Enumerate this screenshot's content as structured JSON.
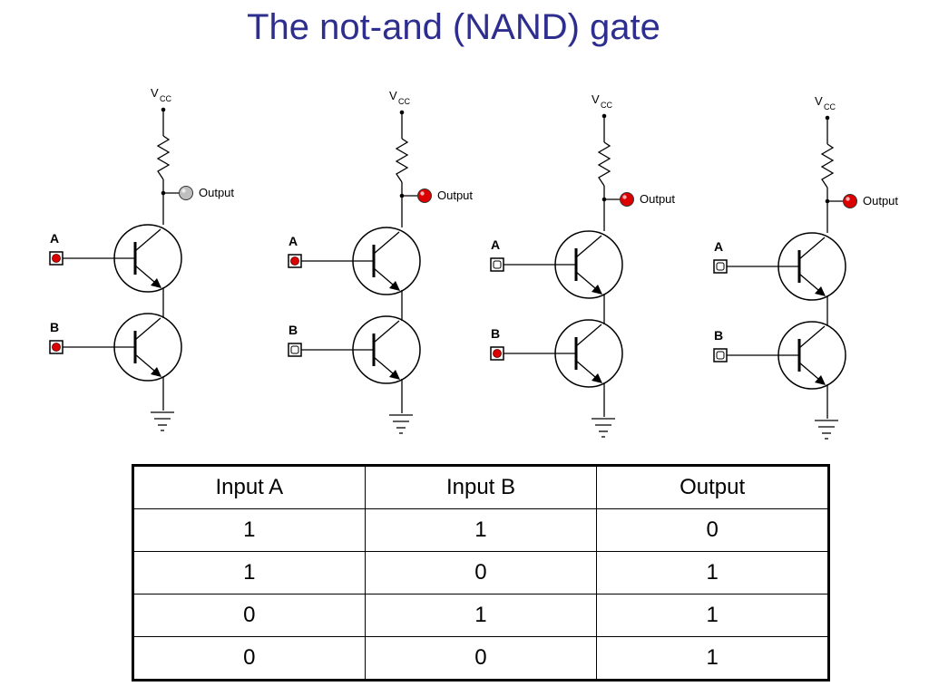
{
  "title": "The not-and (NAND) gate",
  "colors": {
    "title": "#2e2e8f",
    "on_lamp": "#dd0000",
    "off_lamp": "#bfbfbf",
    "wire": "#000000"
  },
  "circuits": [
    {
      "vcc_label": "V",
      "vcc_sub": "CC",
      "output_label": "Output",
      "a_label": "A",
      "b_label": "B",
      "input_a": 1,
      "input_b": 1,
      "output_on": false
    },
    {
      "vcc_label": "V",
      "vcc_sub": "CC",
      "output_label": "Output",
      "a_label": "A",
      "b_label": "B",
      "input_a": 1,
      "input_b": 0,
      "output_on": true
    },
    {
      "vcc_label": "V",
      "vcc_sub": "CC",
      "output_label": "Output",
      "a_label": "A",
      "b_label": "B",
      "input_a": 0,
      "input_b": 1,
      "output_on": true
    },
    {
      "vcc_label": "V",
      "vcc_sub": "CC",
      "output_label": "Output",
      "a_label": "A",
      "b_label": "B",
      "input_a": 0,
      "input_b": 0,
      "output_on": true
    }
  ],
  "table": {
    "headers": [
      "Input A",
      "Input B",
      "Output"
    ],
    "rows": [
      [
        "1",
        "1",
        "0"
      ],
      [
        "1",
        "0",
        "1"
      ],
      [
        "0",
        "1",
        "1"
      ],
      [
        "0",
        "0",
        "1"
      ]
    ]
  }
}
